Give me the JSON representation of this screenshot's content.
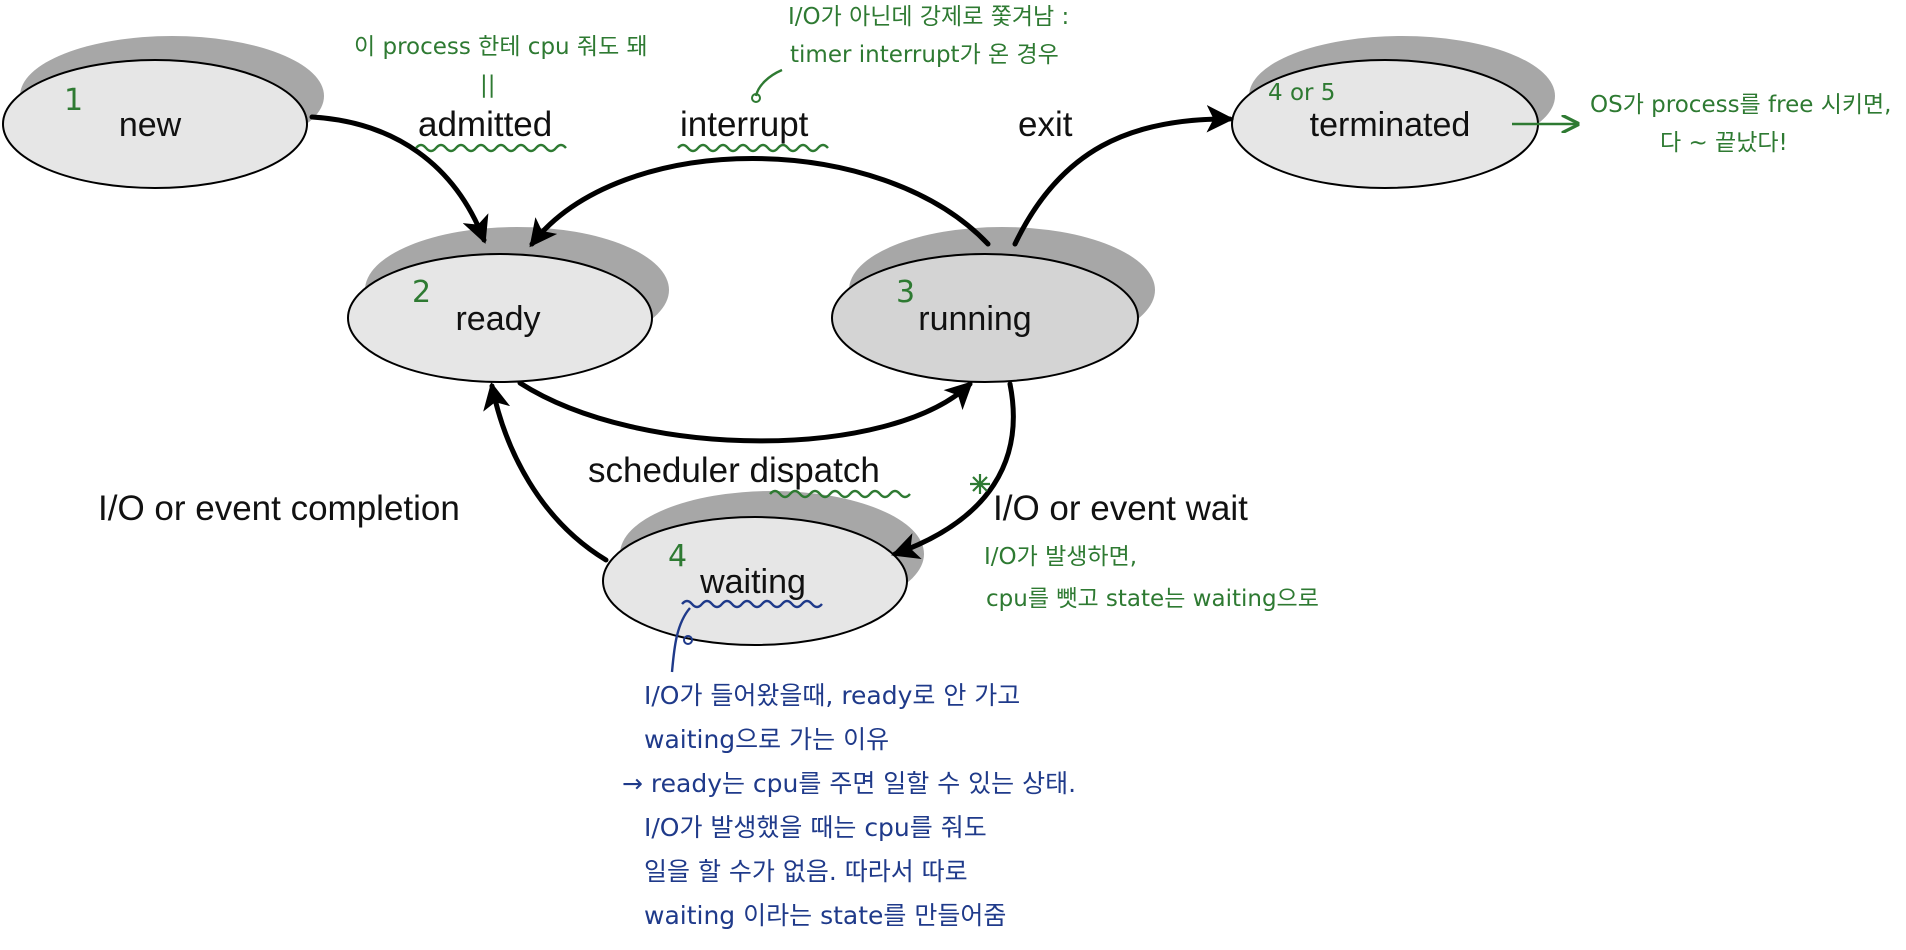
{
  "states": {
    "new": {
      "label": "new",
      "number": "1"
    },
    "ready": {
      "label": "ready",
      "number": "2"
    },
    "running": {
      "label": "running",
      "number": "3"
    },
    "terminated": {
      "label": "terminated",
      "number": "4 or 5"
    },
    "waiting": {
      "label": "waiting",
      "number": "4"
    }
  },
  "transitions": {
    "admitted": "admitted",
    "interrupt": "interrupt",
    "exit": "exit",
    "scheduler_dispatch": "scheduler dispatch",
    "io_event_completion": "I/O or event completion",
    "io_event_wait": "I/O or event wait"
  },
  "annotations": {
    "admitted_note": "이 process 한테 cpu 줘도 돼",
    "admitted_equals": "||",
    "interrupt_note_line1": "I/O가 아닌데 강제로 쫓겨남 :",
    "interrupt_note_line2": "timer interrupt가 온 경우",
    "terminated_note_line1": "OS가 process를 free 시키면,",
    "terminated_note_line2": "다 ~ 끝났다!",
    "wait_note_line1": "I/O가 발생하면,",
    "wait_note_line2": "cpu를 뺏고 state는 waiting으로",
    "waiting_note": [
      "I/O가 들어왔을때, ready로 안 가고",
      "waiting으로 가는 이유",
      "→ ready는 cpu를 주면 일할 수 있는 상태.",
      "I/O가 발생했을 때는 cpu를 줘도",
      "일을 할 수가 없음. 따라서 따로",
      "waiting 이라는 state를 만들어줌"
    ]
  },
  "colors": {
    "state_fill": "#e6e6e6",
    "running_fill": "#d4d4d4",
    "state_shadow": "#a7a7a7",
    "note_green": "#2e7a32",
    "note_blue": "#1f3a8a"
  }
}
